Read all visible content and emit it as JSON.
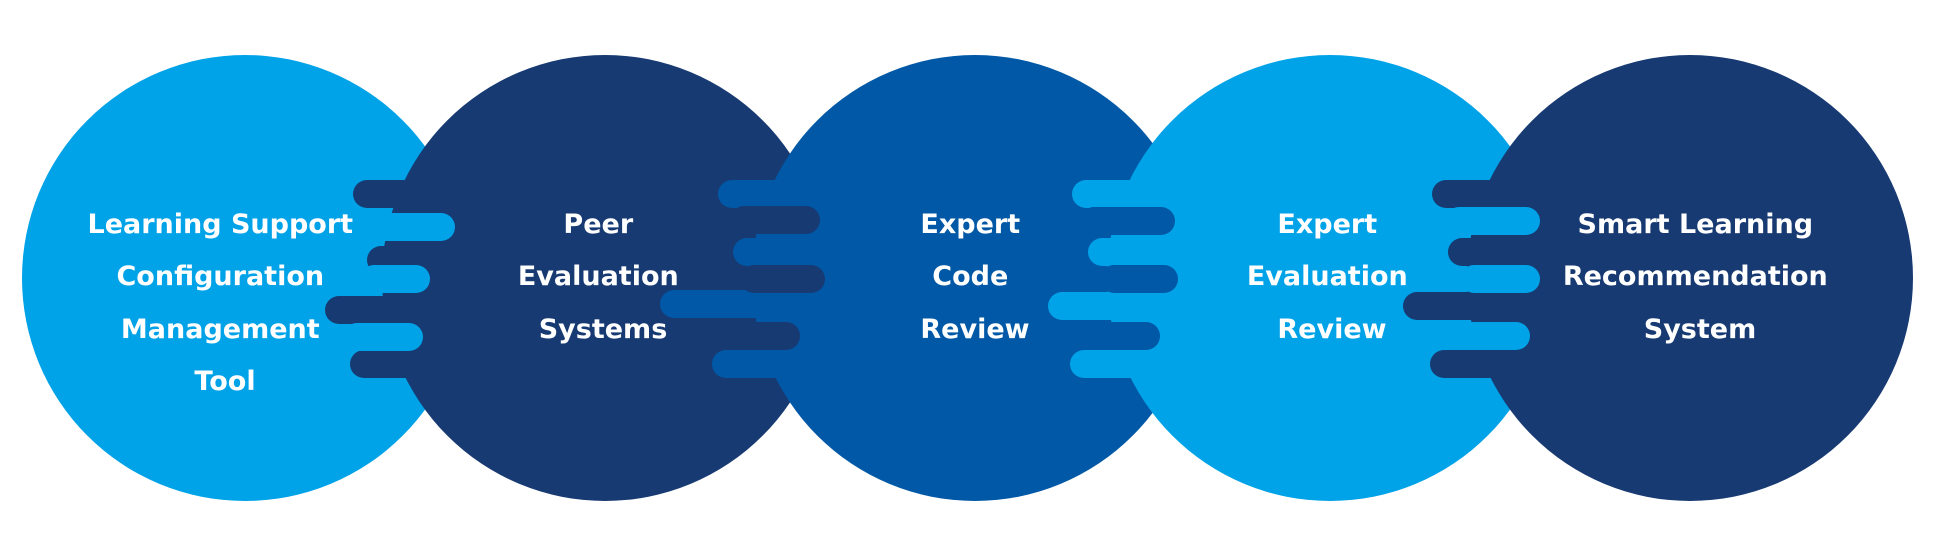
{
  "diagram": {
    "steps": [
      {
        "lines": [
          "Learning Support",
          "Configuration",
          "Management",
          "Tool"
        ]
      },
      {
        "lines": [
          "Peer",
          "Evaluation",
          "Systems"
        ]
      },
      {
        "lines": [
          "Expert",
          "Code",
          "Review"
        ]
      },
      {
        "lines": [
          "Expert",
          "Evaluation",
          "Review"
        ]
      },
      {
        "lines": [
          "Smart Learning",
          "Recommendation",
          "System"
        ]
      }
    ]
  },
  "colors": {
    "light_blue": "#00a2e8",
    "dark_navy": "#173a72",
    "mid_blue": "#0058a6",
    "background": "#ffffff",
    "text": "#ffffff"
  }
}
